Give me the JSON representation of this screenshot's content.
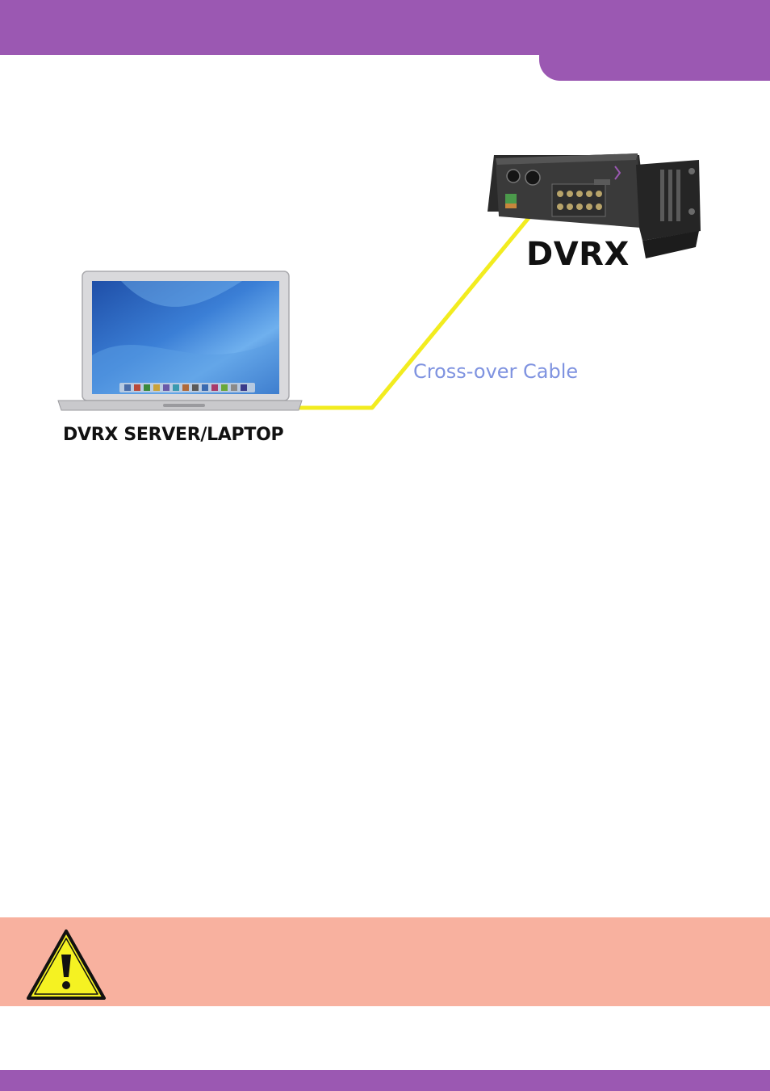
{
  "diagram": {
    "device_label": "DVRX",
    "laptop_label": "DVRX SERVER/LAPTOP",
    "cable_label": "Cross-over Cable"
  },
  "colors": {
    "brand_purple": "#9b58b2",
    "warning_band": "#f8b19f",
    "cable_yellow": "#f2ec1f",
    "cable_label": "#7f93e0",
    "warning_icon_fill": "#f5f222"
  },
  "icons": {
    "warning": "warning-triangle-icon",
    "device": "dvr-unit-icon",
    "laptop": "laptop-icon"
  }
}
